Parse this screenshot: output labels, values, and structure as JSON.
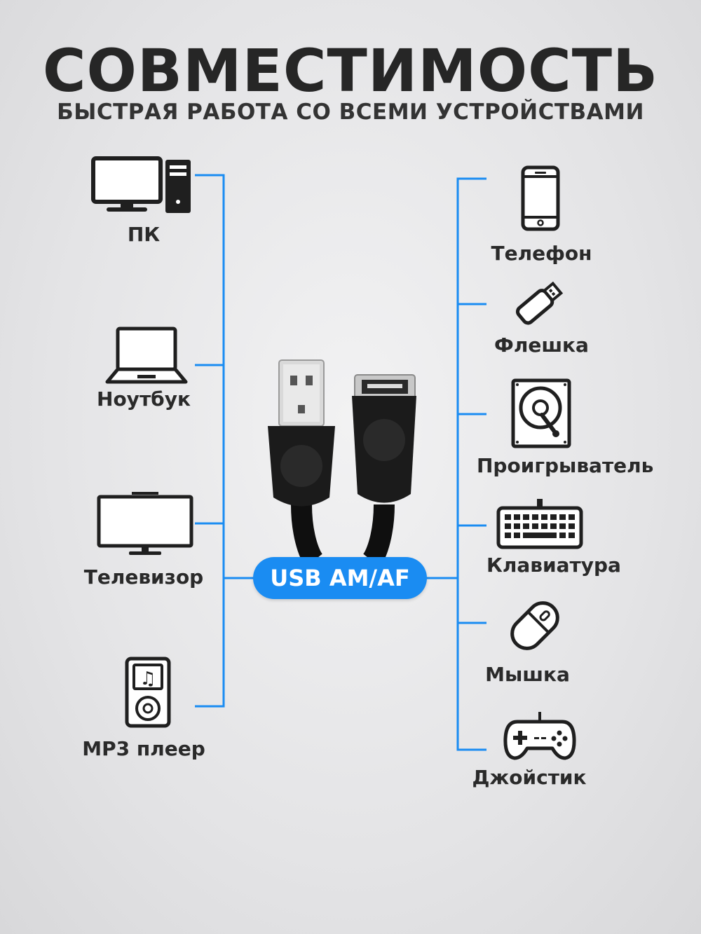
{
  "header": {
    "title": "СОВМЕСТИМОСТЬ",
    "subtitle": "БЫСТРАЯ РАБОТА СО ВСЕМИ УСТРОЙСТВАМИ"
  },
  "center_badge": "USB AM/AF",
  "left_devices": [
    {
      "label": "ПК",
      "icon": "pc-icon"
    },
    {
      "label": "Ноутбук",
      "icon": "laptop-icon"
    },
    {
      "label": "Телевизор",
      "icon": "tv-icon"
    },
    {
      "label": "MP3 плеер",
      "icon": "mp3-player-icon"
    }
  ],
  "right_devices": [
    {
      "label": "Телефон",
      "icon": "phone-icon"
    },
    {
      "label": "Флешка",
      "icon": "flash-drive-icon"
    },
    {
      "label": "Проигрыватель",
      "icon": "disc-player-icon"
    },
    {
      "label": "Клавиатура",
      "icon": "keyboard-icon"
    },
    {
      "label": "Мышка",
      "icon": "mouse-icon"
    },
    {
      "label": "Джойстик",
      "icon": "gamepad-icon"
    }
  ],
  "colors": {
    "accent": "#1a8cf2",
    "text": "#2a2a2a",
    "icon": "#1f1f1f"
  }
}
